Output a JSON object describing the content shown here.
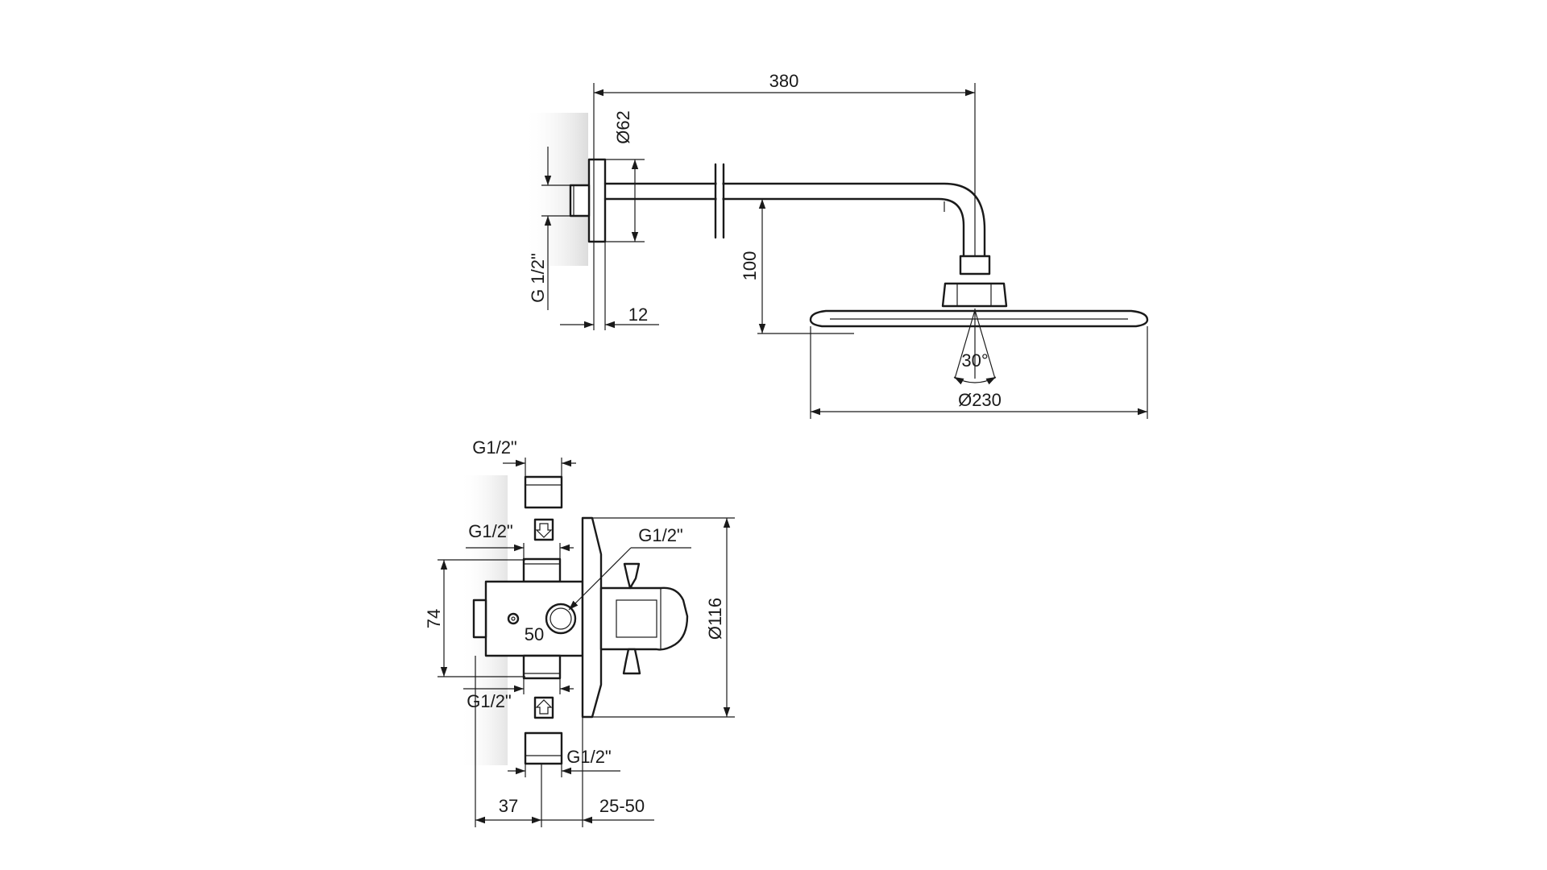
{
  "shower_arm_view": {
    "length": "380",
    "flange_diameter": "Ø62",
    "thread": "G 1/2\"",
    "flange_thickness": "12",
    "drop_height": "100",
    "tilt_angle": "30°",
    "head_diameter": "Ø230"
  },
  "mixer_body_view": {
    "top_thread": "G1/2\"",
    "upper_inlet_thread": "G1/2\"",
    "outlet_thread": "G1/2\"",
    "body_height": "74",
    "outlet_spacing": "50",
    "plate_diameter": "Ø116",
    "lower_inlet_thread": "G1/2\"",
    "bottom_thread": "G1/2\"",
    "body_depth": "37",
    "wall_depth_range": "25-50"
  }
}
